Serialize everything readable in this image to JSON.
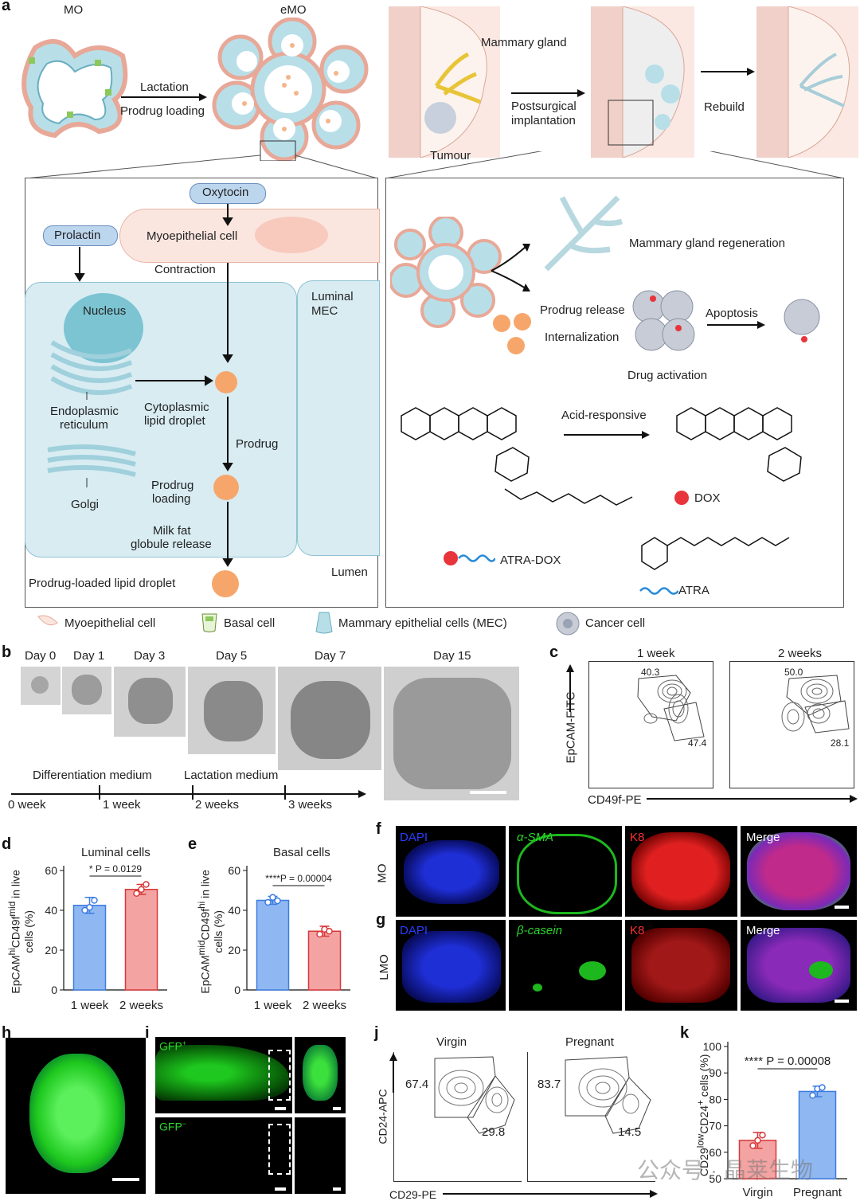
{
  "panel_labels": {
    "a": "a",
    "b": "b",
    "c": "c",
    "d": "d",
    "e": "e",
    "f": "f",
    "g": "g",
    "h": "h",
    "i": "i",
    "j": "j",
    "k": "k"
  },
  "a": {
    "mo": "MO",
    "emo": "eMO",
    "lactation": "Lactation",
    "prodrug_loading": "Prodrug loading",
    "mammary_gland": "Mammary gland",
    "tumour": "Tumour",
    "postsurgical": "Postsurgical",
    "implantation": "implantation",
    "rebuild": "Rebuild",
    "oxytocin": "Oxytocin",
    "prolactin": "Prolactin",
    "myoepithelial_cell": "Myoepithelial cell",
    "contraction": "Contraction",
    "luminal": "Luminal",
    "mec": "MEC",
    "nucleus": "Nucleus",
    "er1": "Endoplasmic",
    "er2": "reticulum",
    "golgi": "Golgi",
    "cyto1": "Cytoplasmic",
    "cyto2": "lipid droplet",
    "prodrug": "Prodrug",
    "pl1": "Prodrug",
    "pl2": "loading",
    "milk1": "Milk fat",
    "milk2": "globule release",
    "lumen": "Lumen",
    "loaded_droplet": "Prodrug-loaded lipid droplet",
    "regen": "Mammary gland regeneration",
    "release": "Prodrug release",
    "internal": "Internalization",
    "apoptosis": "Apoptosis",
    "activation": "Drug activation",
    "acid": "Acid-responsive",
    "dox": "DOX",
    "atra_dox": "ATRA-DOX",
    "atra": "ATRA",
    "legend": [
      "Myoepithelial cell",
      "Basal cell",
      "Mammary epithelial cells (MEC)",
      "Cancer cell"
    ]
  },
  "b": {
    "days": [
      "Day 0",
      "Day 1",
      "Day 3",
      "Day 5",
      "Day 7",
      "Day 15"
    ],
    "diff_medium": "Differentiation medium",
    "lact_medium": "Lactation medium",
    "timeline": [
      "0 week",
      "1 week",
      "2 weeks",
      "3 weeks"
    ]
  },
  "c": {
    "titles": [
      "1 week",
      "2 weeks"
    ],
    "ylabel": "EpCAM-FITC",
    "xlabel": "CD49f-PE",
    "values": [
      {
        "upper": "40.3",
        "lower": "47.4"
      },
      {
        "upper": "50.0",
        "lower": "28.1"
      }
    ]
  },
  "chart_data": [
    {
      "type": "bar",
      "panel": "d",
      "title": "Luminal cells",
      "categories": [
        "1 week",
        "2 weeks"
      ],
      "values": [
        42.5,
        50.5
      ],
      "points": [
        [
          40,
          41.5,
          45
        ],
        [
          48.5,
          50.5,
          53
        ]
      ],
      "errors": [
        4,
        2.5
      ],
      "ylim": [
        0,
        60
      ],
      "yticks": [
        0,
        20,
        40,
        60
      ],
      "ylabel_parts": [
        "EpCAM",
        "hi",
        "CD49f",
        "mid",
        " in live",
        "cells (%)"
      ],
      "annotation": "* P = 0.0129",
      "colors": [
        "#8fb8f2",
        "#f4a3a3"
      ]
    },
    {
      "type": "bar",
      "panel": "e",
      "title": "Basal cells",
      "categories": [
        "1 week",
        "2 weeks"
      ],
      "values": [
        45,
        29.5
      ],
      "points": [
        [
          44,
          46.5,
          44.8
        ],
        [
          28,
          30.5,
          29.5
        ]
      ],
      "errors": [
        2,
        2.5
      ],
      "ylim": [
        0,
        60
      ],
      "yticks": [
        0,
        20,
        40,
        60
      ],
      "ylabel_parts": [
        "EpCAM",
        "mid",
        "CD49f",
        "hi",
        " in live",
        "cells (%)"
      ],
      "annotation": "****P = 0.00004",
      "colors": [
        "#8fb8f2",
        "#f4a3a3"
      ]
    },
    {
      "type": "bar",
      "panel": "k",
      "categories": [
        "Virgin",
        "Pregnant"
      ],
      "values": [
        64.5,
        83
      ],
      "points": [
        [
          62.5,
          64.5,
          66.5
        ],
        [
          81.5,
          84,
          84.5
        ]
      ],
      "errors": [
        3,
        2
      ],
      "ylim": [
        50,
        100
      ],
      "yticks": [
        50,
        60,
        70,
        80,
        90,
        100
      ],
      "ylabel_parts": [
        "CD29",
        "low",
        "CD24",
        "+",
        " cells (%)"
      ],
      "annotation": "**** P = 0.00008",
      "colors": [
        "#f4a3a3",
        "#8fb8f2"
      ]
    }
  ],
  "f": {
    "row": "MO",
    "channels": [
      "DAPI",
      "α-SMA",
      "K8",
      "Merge"
    ]
  },
  "g": {
    "row": "LMO",
    "channels": [
      "DAPI",
      "β-casein",
      "K8",
      "Merge"
    ]
  },
  "i": {
    "gfp_pos": "GFP",
    "gfp_pos_sup": "+",
    "gfp_neg": "GFP",
    "gfp_neg_sup": "−"
  },
  "j": {
    "titles": [
      "Virgin",
      "Pregnant"
    ],
    "ylabel": "CD24-APC",
    "xlabel": "CD29-PE",
    "values": [
      {
        "left": "67.4",
        "right": "29.8"
      },
      {
        "left": "83.7",
        "right": "14.5"
      }
    ]
  },
  "watermark": "公众号 · 晶莱生物"
}
